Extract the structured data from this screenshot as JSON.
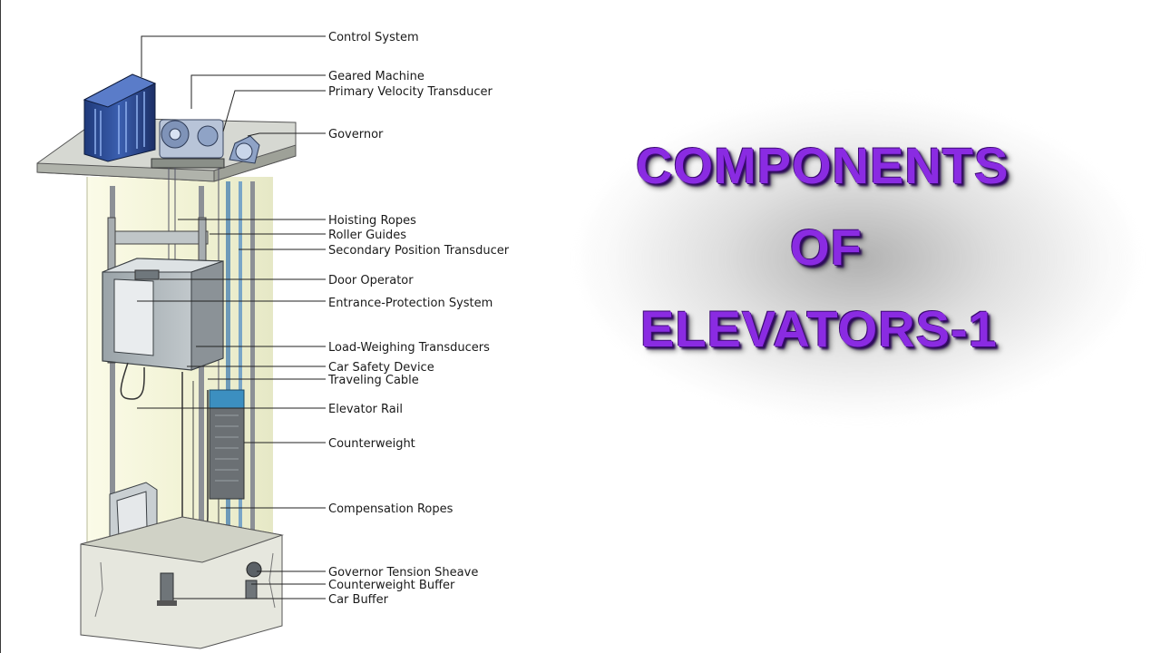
{
  "title": {
    "line1": "COMPONENTS",
    "line2": "OF",
    "line3": "ELEVATORS-1",
    "color": "#8a2be2"
  },
  "labels": {
    "control_system": "Control System",
    "geared_machine": "Geared Machine",
    "primary_velocity_transducer": "Primary Velocity Transducer",
    "governor": "Governor",
    "hoisting_ropes": "Hoisting Ropes",
    "roller_guides": "Roller Guides",
    "secondary_position_transducer": "Secondary Position Transducer",
    "door_operator": "Door Operator",
    "entrance_protection_system": "Entrance-Protection System",
    "load_weighing_transducers": "Load-Weighing Transducers",
    "car_safety_device": "Car Safety Device",
    "traveling_cable": "Traveling Cable",
    "elevator_rail": "Elevator Rail",
    "counterweight": "Counterweight",
    "compensation_ropes": "Compensation Ropes",
    "governor_tension_sheave": "Governor Tension Sheave",
    "counterweight_buffer": "Counterweight Buffer",
    "car_buffer": "Car Buffer"
  }
}
